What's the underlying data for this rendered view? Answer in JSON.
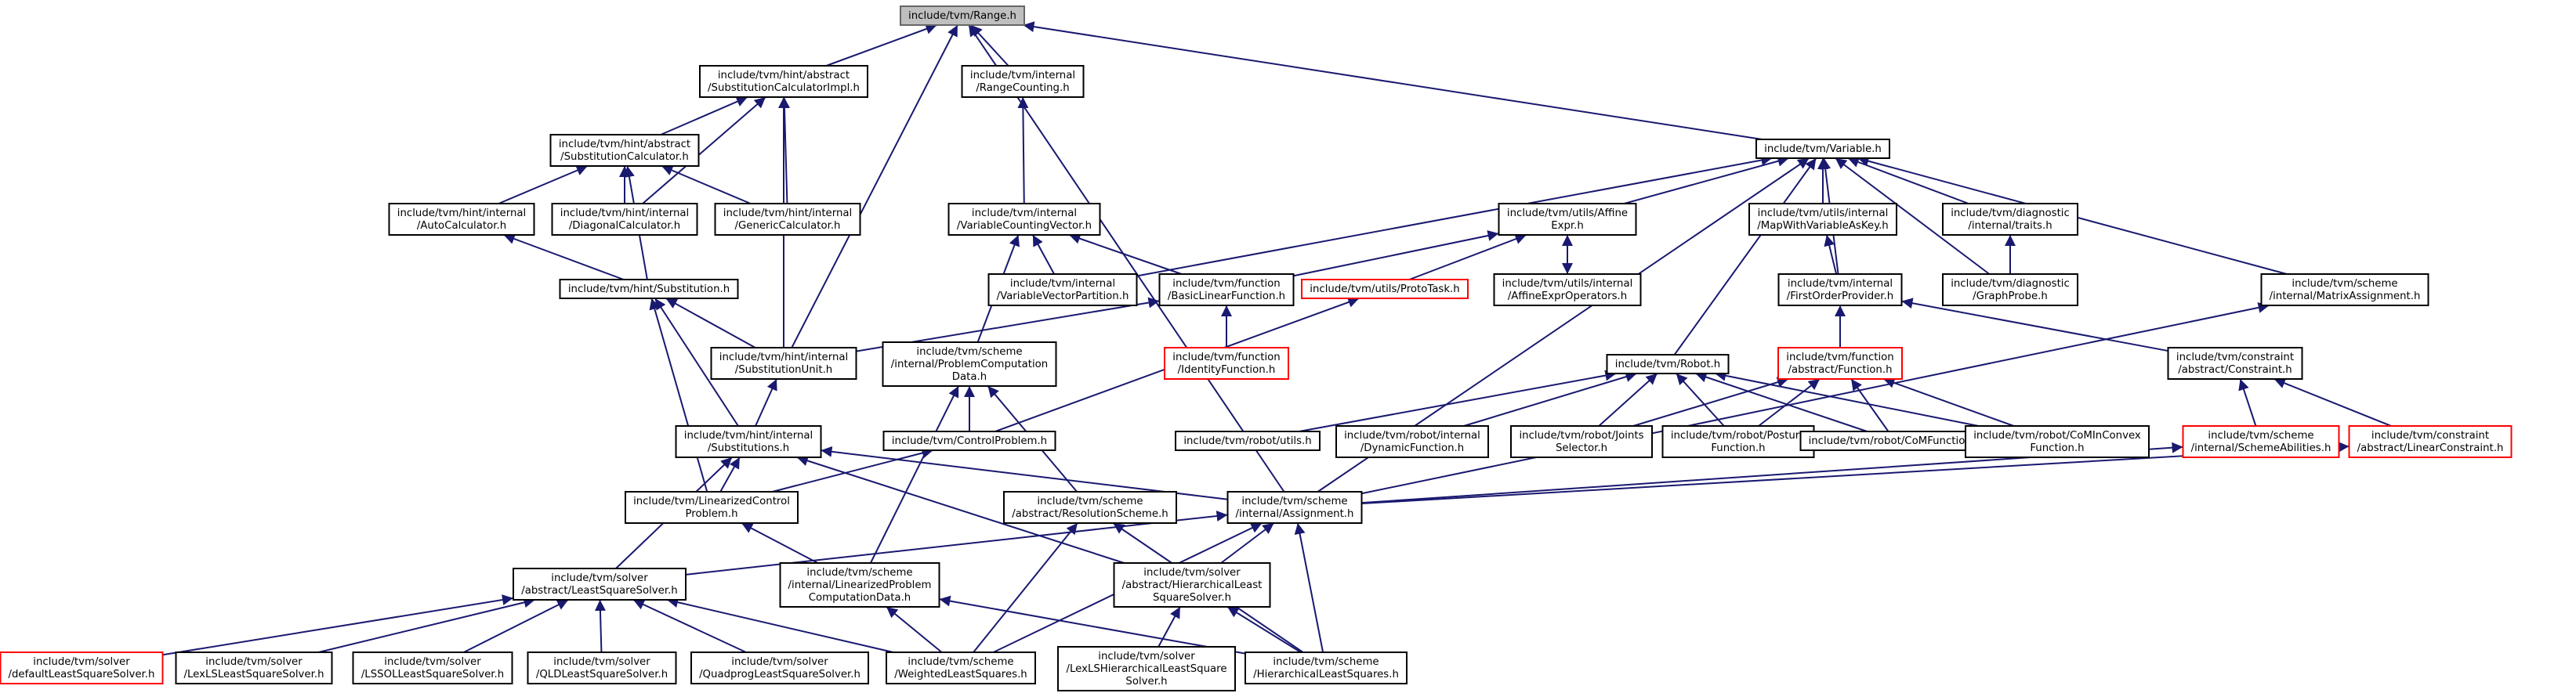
{
  "colors": {
    "edge": "#191970",
    "root_fill": "#bfbfbf",
    "red_border": "#ff0000",
    "node_border": "#000000"
  },
  "nodes": [
    {
      "id": "range",
      "lines": [
        "include/tvm/Range.h"
      ],
      "kind": "root"
    },
    {
      "id": "subcalcimpl",
      "lines": [
        "include/tvm/hint/abstract",
        "/SubstitutionCalculatorImpl.h"
      ],
      "kind": "normal"
    },
    {
      "id": "rangecounting",
      "lines": [
        "include/tvm/internal",
        "/RangeCounting.h"
      ],
      "kind": "normal"
    },
    {
      "id": "variable",
      "lines": [
        "include/tvm/Variable.h"
      ],
      "kind": "normal"
    },
    {
      "id": "subcalc",
      "lines": [
        "include/tvm/hint/abstract",
        "/SubstitutionCalculator.h"
      ],
      "kind": "normal"
    },
    {
      "id": "autocalc",
      "lines": [
        "include/tvm/hint/internal",
        "/AutoCalculator.h"
      ],
      "kind": "normal"
    },
    {
      "id": "diagcalc",
      "lines": [
        "include/tvm/hint/internal",
        "/DiagonalCalculator.h"
      ],
      "kind": "normal"
    },
    {
      "id": "gencalc",
      "lines": [
        "include/tvm/hint/internal",
        "/GenericCalculator.h"
      ],
      "kind": "normal"
    },
    {
      "id": "varcountvec",
      "lines": [
        "include/tvm/internal",
        "/VariableCountingVector.h"
      ],
      "kind": "normal"
    },
    {
      "id": "affineexpr",
      "lines": [
        "include/tvm/utils/Affine",
        "Expr.h"
      ],
      "kind": "normal"
    },
    {
      "id": "mapwithvar",
      "lines": [
        "include/tvm/utils/internal",
        "/MapWithVariableAsKey.h"
      ],
      "kind": "normal"
    },
    {
      "id": "traits",
      "lines": [
        "include/tvm/diagnostic",
        "/internal/traits.h"
      ],
      "kind": "normal"
    },
    {
      "id": "substitution",
      "lines": [
        "include/tvm/hint/Substitution.h"
      ],
      "kind": "normal"
    },
    {
      "id": "varvecpart",
      "lines": [
        "include/tvm/internal",
        "/VariableVectorPartition.h"
      ],
      "kind": "normal"
    },
    {
      "id": "basiclinfunc",
      "lines": [
        "include/tvm/function",
        "/BasicLinearFunction.h"
      ],
      "kind": "normal"
    },
    {
      "id": "prototask",
      "lines": [
        "include/tvm/utils/ProtoTask.h"
      ],
      "kind": "red"
    },
    {
      "id": "affineexprops",
      "lines": [
        "include/tvm/utils/internal",
        "/AffineExprOperators.h"
      ],
      "kind": "normal"
    },
    {
      "id": "firstorder",
      "lines": [
        "include/tvm/internal",
        "/FirstOrderProvider.h"
      ],
      "kind": "normal"
    },
    {
      "id": "graphprobe",
      "lines": [
        "include/tvm/diagnostic",
        "/GraphProbe.h"
      ],
      "kind": "normal"
    },
    {
      "id": "matrixassign",
      "lines": [
        "include/tvm/scheme",
        "/internal/MatrixAssignment.h"
      ],
      "kind": "normal"
    },
    {
      "id": "identityfunc",
      "lines": [
        "include/tvm/function",
        "/IdentityFunction.h"
      ],
      "kind": "red"
    },
    {
      "id": "subunit",
      "lines": [
        "include/tvm/hint/internal",
        "/SubstitutionUnit.h"
      ],
      "kind": "normal"
    },
    {
      "id": "probcompdata",
      "lines": [
        "include/tvm/scheme",
        "/internal/ProblemComputation",
        "Data.h"
      ],
      "kind": "normal"
    },
    {
      "id": "robot",
      "lines": [
        "include/tvm/Robot.h"
      ],
      "kind": "normal"
    },
    {
      "id": "absfunction",
      "lines": [
        "include/tvm/function",
        "/abstract/Function.h"
      ],
      "kind": "red"
    },
    {
      "id": "absconstraint",
      "lines": [
        "include/tvm/constraint",
        "/abstract/Constraint.h"
      ],
      "kind": "normal"
    },
    {
      "id": "substitutions",
      "lines": [
        "include/tvm/hint/internal",
        "/Substitutions.h"
      ],
      "kind": "normal"
    },
    {
      "id": "controlproblem",
      "lines": [
        "include/tvm/ControlProblem.h"
      ],
      "kind": "normal"
    },
    {
      "id": "robotutils",
      "lines": [
        "include/tvm/robot/utils.h"
      ],
      "kind": "normal"
    },
    {
      "id": "dynfunc",
      "lines": [
        "include/tvm/robot/internal",
        "/DynamicFunction.h"
      ],
      "kind": "normal"
    },
    {
      "id": "jointsel",
      "lines": [
        "include/tvm/robot/Joints",
        "Selector.h"
      ],
      "kind": "normal"
    },
    {
      "id": "posturefunc",
      "lines": [
        "include/tvm/robot/Posture",
        "Function.h"
      ],
      "kind": "normal"
    },
    {
      "id": "comfunc",
      "lines": [
        "include/tvm/robot/CoMFunction.h"
      ],
      "kind": "normal"
    },
    {
      "id": "cominconvex",
      "lines": [
        "include/tvm/robot/CoMInConvex",
        "Function.h"
      ],
      "kind": "normal"
    },
    {
      "id": "schemeabil",
      "lines": [
        "include/tvm/scheme",
        "/internal/SchemeAbilities.h"
      ],
      "kind": "red"
    },
    {
      "id": "linconstraint",
      "lines": [
        "include/tvm/constraint",
        "/abstract/LinearConstraint.h"
      ],
      "kind": "red"
    },
    {
      "id": "linctrlprob",
      "lines": [
        "include/tvm/LinearizedControl",
        "Problem.h"
      ],
      "kind": "normal"
    },
    {
      "id": "resscheme",
      "lines": [
        "include/tvm/scheme",
        "/abstract/ResolutionScheme.h"
      ],
      "kind": "normal"
    },
    {
      "id": "assignment",
      "lines": [
        "include/tvm/scheme",
        "/internal/Assignment.h"
      ],
      "kind": "normal"
    },
    {
      "id": "lssolver",
      "lines": [
        "include/tvm/solver",
        "/abstract/LeastSquareSolver.h"
      ],
      "kind": "normal"
    },
    {
      "id": "linprobdata",
      "lines": [
        "include/tvm/scheme",
        "/internal/LinearizedProblem",
        "ComputationData.h"
      ],
      "kind": "normal"
    },
    {
      "id": "hierlssolver",
      "lines": [
        "include/tvm/solver",
        "/abstract/HierarchicalLeast",
        "SquareSolver.h"
      ],
      "kind": "normal"
    },
    {
      "id": "defaultls",
      "lines": [
        "include/tvm/solver",
        "/defaultLeastSquareSolver.h"
      ],
      "kind": "red"
    },
    {
      "id": "lexlsls",
      "lines": [
        "include/tvm/solver",
        "/LexLSLeastSquareSolver.h"
      ],
      "kind": "normal"
    },
    {
      "id": "lssolls",
      "lines": [
        "include/tvm/solver",
        "/LSSOLLeastSquareSolver.h"
      ],
      "kind": "normal"
    },
    {
      "id": "qldls",
      "lines": [
        "include/tvm/solver",
        "/QLDLeastSquareSolver.h"
      ],
      "kind": "normal"
    },
    {
      "id": "quadprogls",
      "lines": [
        "include/tvm/solver",
        "/QuadprogLeastSquareSolver.h"
      ],
      "kind": "normal"
    },
    {
      "id": "weightedls",
      "lines": [
        "include/tvm/scheme",
        "/WeightedLeastSquares.h"
      ],
      "kind": "normal"
    },
    {
      "id": "lexlshier",
      "lines": [
        "include/tvm/solver",
        "/LexLSHierarchicalLeastSquare",
        "Solver.h"
      ],
      "kind": "normal"
    },
    {
      "id": "hierls",
      "lines": [
        "include/tvm/scheme",
        "/HierarchicalLeastSquares.h"
      ],
      "kind": "normal"
    }
  ],
  "edges": [
    [
      "subcalcimpl",
      "range"
    ],
    [
      "rangecounting",
      "range"
    ],
    [
      "variable",
      "range"
    ],
    [
      "subunit",
      "range"
    ],
    [
      "assignment",
      "range"
    ],
    [
      "subcalc",
      "subcalcimpl"
    ],
    [
      "diagcalc",
      "subcalcimpl"
    ],
    [
      "gencalc",
      "subcalcimpl"
    ],
    [
      "subunit",
      "subcalcimpl"
    ],
    [
      "varcountvec",
      "rangecounting"
    ],
    [
      "autocalc",
      "subcalc"
    ],
    [
      "diagcalc",
      "subcalc"
    ],
    [
      "gencalc",
      "subcalc"
    ],
    [
      "substitution",
      "subcalc"
    ],
    [
      "substitution",
      "autocalc"
    ],
    [
      "varvecpart",
      "varcountvec"
    ],
    [
      "basiclinfunc",
      "varcountvec"
    ],
    [
      "probcompdata",
      "varcountvec"
    ],
    [
      "varvecpart",
      "variable"
    ],
    [
      "affineexpr",
      "variable"
    ],
    [
      "mapwithvar",
      "variable"
    ],
    [
      "firstorder",
      "variable"
    ],
    [
      "traits",
      "variable"
    ],
    [
      "graphprobe",
      "variable"
    ],
    [
      "matrixassign",
      "variable"
    ],
    [
      "robot",
      "variable"
    ],
    [
      "assignment",
      "variable"
    ],
    [
      "basiclinfunc",
      "affineexpr"
    ],
    [
      "prototask",
      "affineexpr"
    ],
    [
      "affineexprops",
      "affineexpr"
    ],
    [
      "affineexpr",
      "affineexprops"
    ],
    [
      "firstorder",
      "mapwithvar"
    ],
    [
      "graphprobe",
      "traits"
    ],
    [
      "subunit",
      "substitution"
    ],
    [
      "substitutions",
      "substitution"
    ],
    [
      "linctrlprob",
      "substitution"
    ],
    [
      "subunit",
      "basiclinfunc"
    ],
    [
      "identityfunc",
      "basiclinfunc"
    ],
    [
      "controlproblem",
      "prototask"
    ],
    [
      "absfunction",
      "firstorder"
    ],
    [
      "absconstraint",
      "firstorder"
    ],
    [
      "assignment",
      "matrixassign"
    ],
    [
      "substitutions",
      "subunit"
    ],
    [
      "controlproblem",
      "probcompdata"
    ],
    [
      "resscheme",
      "probcompdata"
    ],
    [
      "linprobdata",
      "probcompdata"
    ],
    [
      "robotutils",
      "robot"
    ],
    [
      "dynfunc",
      "robot"
    ],
    [
      "jointsel",
      "robot"
    ],
    [
      "posturefunc",
      "robot"
    ],
    [
      "comfunc",
      "robot"
    ],
    [
      "cominconvex",
      "robot"
    ],
    [
      "posturefunc",
      "absfunction"
    ],
    [
      "comfunc",
      "absfunction"
    ],
    [
      "cominconvex",
      "absfunction"
    ],
    [
      "jointsel",
      "absfunction"
    ],
    [
      "schemeabil",
      "absconstraint"
    ],
    [
      "linconstraint",
      "absconstraint"
    ],
    [
      "linctrlprob",
      "substitutions"
    ],
    [
      "lssolver",
      "substitutions"
    ],
    [
      "assignment",
      "substitutions"
    ],
    [
      "hierlssolver",
      "substitutions"
    ],
    [
      "linctrlprob",
      "controlproblem"
    ],
    [
      "assignment",
      "schemeabil"
    ],
    [
      "assignment",
      "linconstraint"
    ],
    [
      "linprobdata",
      "linctrlprob"
    ],
    [
      "weightedls",
      "resscheme"
    ],
    [
      "hierls",
      "resscheme"
    ],
    [
      "lssolver",
      "assignment"
    ],
    [
      "hierlssolver",
      "assignment"
    ],
    [
      "weightedls",
      "assignment"
    ],
    [
      "hierls",
      "assignment"
    ],
    [
      "defaultls",
      "lssolver"
    ],
    [
      "lexlsls",
      "lssolver"
    ],
    [
      "lssolls",
      "lssolver"
    ],
    [
      "qldls",
      "lssolver"
    ],
    [
      "quadprogls",
      "lssolver"
    ],
    [
      "weightedls",
      "lssolver"
    ],
    [
      "weightedls",
      "linprobdata"
    ],
    [
      "hierls",
      "linprobdata"
    ],
    [
      "lexlshier",
      "hierlssolver"
    ],
    [
      "hierls",
      "hierlssolver"
    ]
  ]
}
